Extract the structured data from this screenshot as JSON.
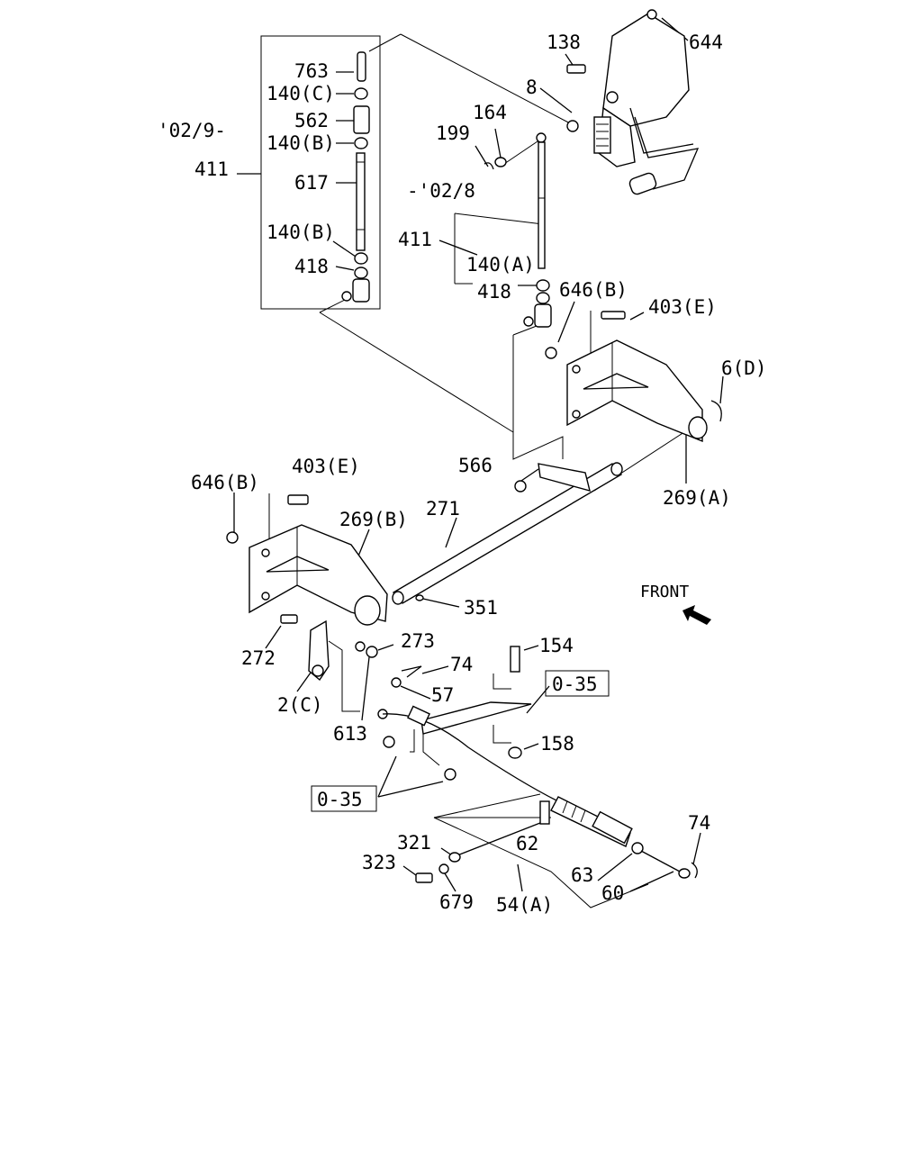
{
  "diagram": {
    "front_label": "FRONT",
    "date_notes": [
      {
        "id": "note-02-9",
        "text": "'02/9-"
      },
      {
        "id": "note-02-8",
        "text": "-'02/8"
      }
    ],
    "callouts": [
      {
        "id": "763",
        "text": "763"
      },
      {
        "id": "140c",
        "text": "140(C)"
      },
      {
        "id": "562",
        "text": "562"
      },
      {
        "id": "140b-top",
        "text": "140(B)"
      },
      {
        "id": "617",
        "text": "617"
      },
      {
        "id": "140b-bot",
        "text": "140(B)"
      },
      {
        "id": "418-left",
        "text": "418"
      },
      {
        "id": "411-left",
        "text": "411"
      },
      {
        "id": "138",
        "text": "138"
      },
      {
        "id": "644",
        "text": "644"
      },
      {
        "id": "8",
        "text": "8"
      },
      {
        "id": "164",
        "text": "164"
      },
      {
        "id": "199",
        "text": "199"
      },
      {
        "id": "411-mid",
        "text": "411"
      },
      {
        "id": "140a",
        "text": "140(A)"
      },
      {
        "id": "418-mid",
        "text": "418"
      },
      {
        "id": "646b-right",
        "text": "646(B)"
      },
      {
        "id": "403e-right",
        "text": "403(E)"
      },
      {
        "id": "6d",
        "text": "6(D)"
      },
      {
        "id": "566",
        "text": "566"
      },
      {
        "id": "269a",
        "text": "269(A)"
      },
      {
        "id": "646b-left",
        "text": "646(B)"
      },
      {
        "id": "403e-left",
        "text": "403(E)"
      },
      {
        "id": "269b",
        "text": "269(B)"
      },
      {
        "id": "271",
        "text": "271"
      },
      {
        "id": "351",
        "text": "351"
      },
      {
        "id": "272",
        "text": "272"
      },
      {
        "id": "273",
        "text": "273"
      },
      {
        "id": "2c",
        "text": "2(C)"
      },
      {
        "id": "154",
        "text": "154"
      },
      {
        "id": "74-upper",
        "text": "74"
      },
      {
        "id": "0-35-right",
        "text": "0-35"
      },
      {
        "id": "57",
        "text": "57"
      },
      {
        "id": "613",
        "text": "613"
      },
      {
        "id": "158",
        "text": "158"
      },
      {
        "id": "0-35-left",
        "text": "0-35"
      },
      {
        "id": "74-lower",
        "text": "74"
      },
      {
        "id": "321",
        "text": "321"
      },
      {
        "id": "62",
        "text": "62"
      },
      {
        "id": "323",
        "text": "323"
      },
      {
        "id": "63",
        "text": "63"
      },
      {
        "id": "60",
        "text": "60"
      },
      {
        "id": "679",
        "text": "679"
      },
      {
        "id": "54a",
        "text": "54(A)"
      }
    ]
  }
}
